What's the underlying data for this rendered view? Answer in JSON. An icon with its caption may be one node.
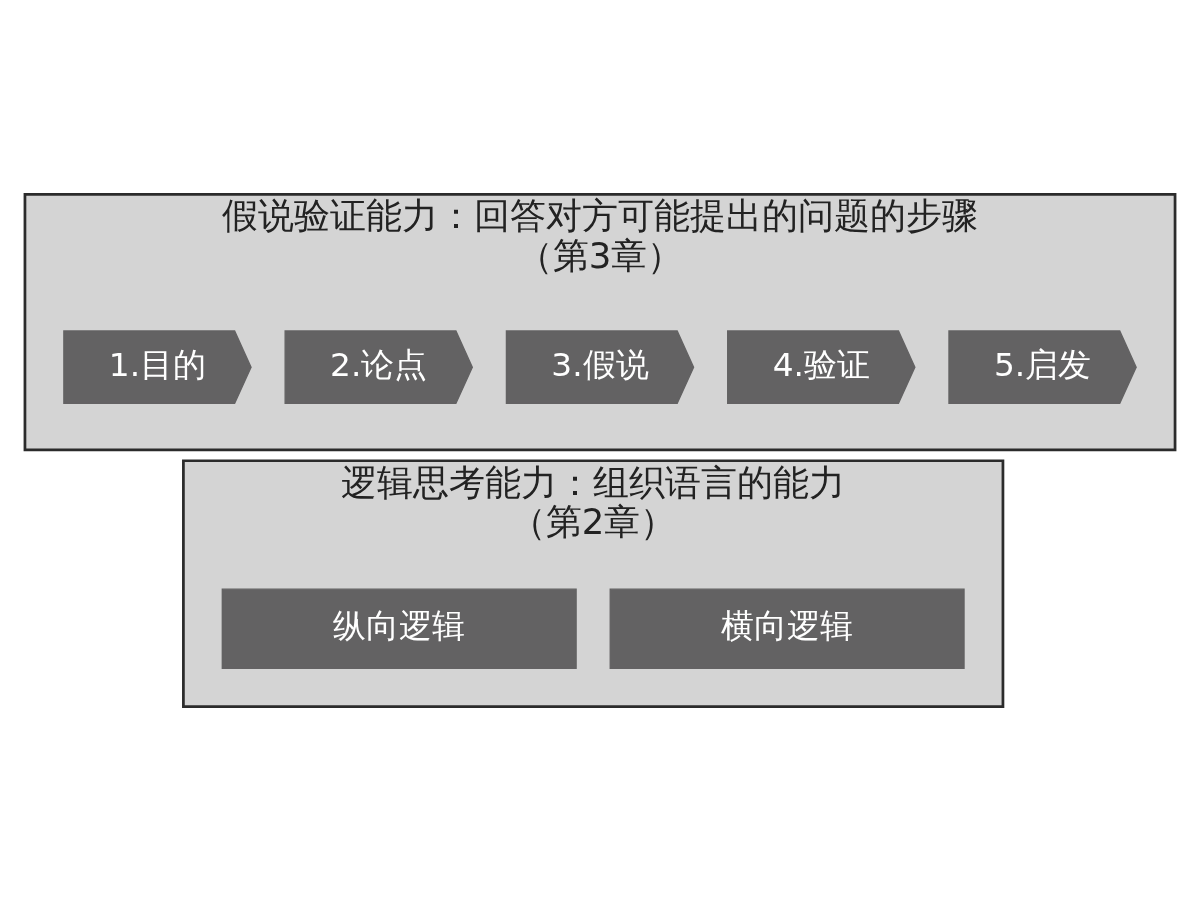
{
  "diagram": {
    "nodes": [
      {
        "text": [
          "假说验证能力：回答对方可能提出的问题的步骤",
          "（第3章）"
        ]
      },
      {
        "text": [
          "1.目的"
        ],
        "in": 0
      },
      {
        "text": [
          "2.论点"
        ],
        "in": 0
      },
      {
        "text": [
          "3.假说"
        ],
        "in": 0
      },
      {
        "text": [
          "4.验证"
        ],
        "in": 0
      },
      {
        "text": [
          "5.启发"
        ],
        "in": 0
      },
      {
        "text": [
          "逻辑思考能力：组织语言的能力",
          "（第2章）"
        ]
      },
      {
        "text": [
          "纵向逻辑"
        ],
        "in": 6
      },
      {
        "text": [
          "横向逻辑"
        ],
        "in": 6
      }
    ]
  }
}
